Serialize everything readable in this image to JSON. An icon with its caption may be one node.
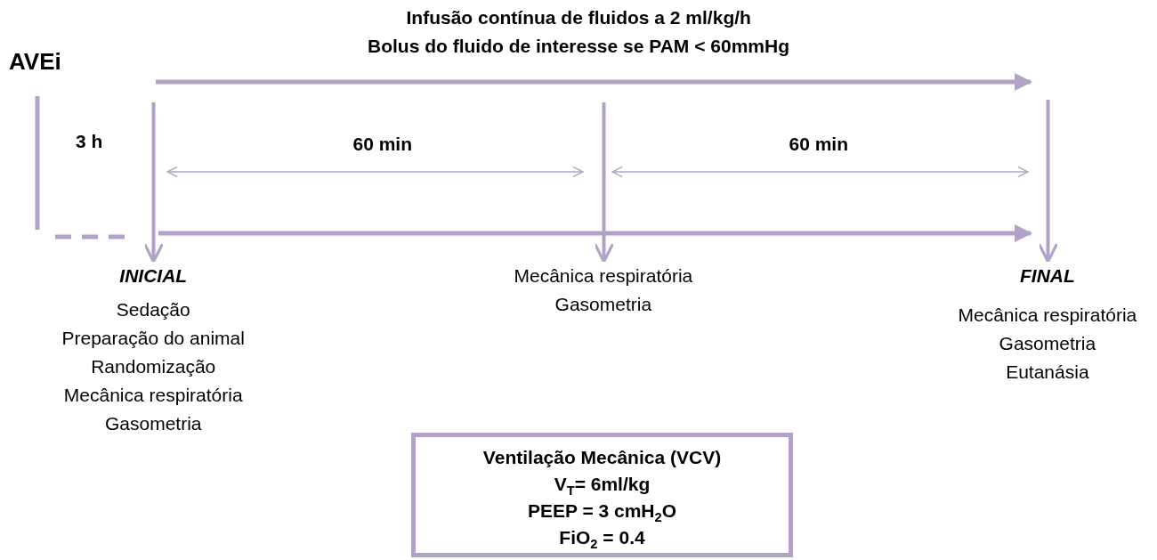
{
  "diagram": {
    "nodes": [
      {
        "text": [
          "INICIAL",
          "Sedação",
          "Preparação do animal",
          "Randomização",
          "Mecânica respiratória",
          "Gasometria"
        ]
      },
      {
        "text": [
          "Mecânica respiratória",
          "Gasometria"
        ]
      },
      {
        "text": [
          "FINAL",
          "Mecânica respiratória",
          "Gasometria",
          "Eutanásia"
        ]
      },
      {
        "text": [
          "Ventilação Mecânica (VCV)",
          "V$_{T}$= 6ml/kg",
          "PEEP = 3 cmH$_{2}$O",
          "FiO$_{2}$ = 0.4"
        ]
      }
    ],
    "edges": [
      {
        "from": null,
        "to": 0,
        "arrow": "to"
      },
      {
        "from": null,
        "to": 1,
        "arrow": "to"
      },
      {
        "from": null,
        "to": 2,
        "arrow": "to"
      }
    ],
    "labels": [
      "Infusão contínua de fluidos a 2 ml/kg/h",
      "Bolus do fluido de interesse se PAM < 60mmHg",
      "AVEi",
      "3 h",
      "60 min",
      "60 min"
    ]
  }
}
